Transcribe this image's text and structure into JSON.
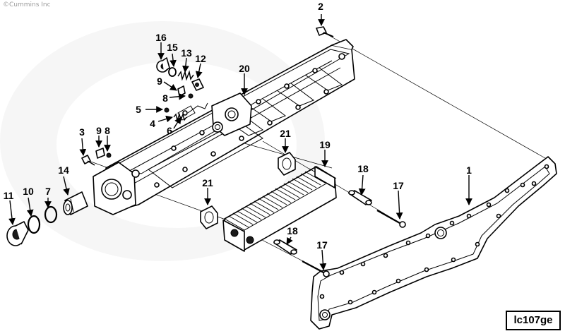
{
  "copyright": "©Cummins Inc",
  "watermark": "Cummins",
  "figure_ref": "lc107ge",
  "callouts": [
    "1",
    "2",
    "3",
    "4",
    "5",
    "6",
    "7",
    "8",
    "9",
    "10",
    "11",
    "12",
    "13",
    "14",
    "15",
    "16",
    "17",
    "18",
    "19",
    "20",
    "21"
  ]
}
